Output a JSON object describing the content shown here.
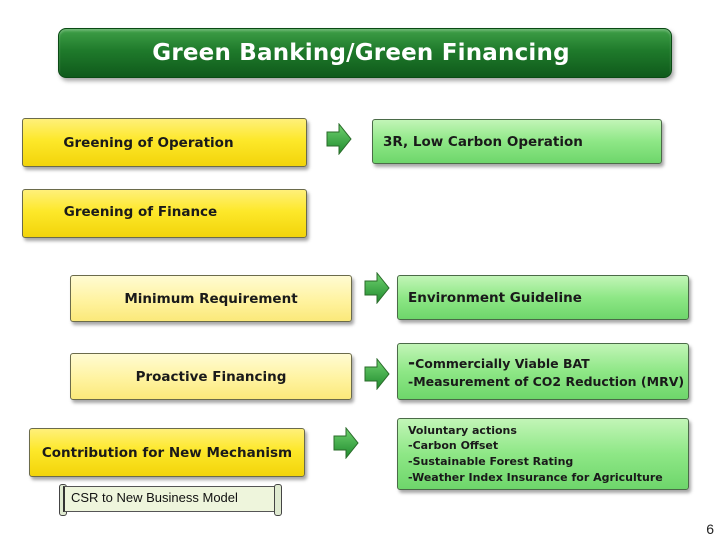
{
  "title": "Green Banking/Green Financing",
  "rows": {
    "greening_operation": "Greening of Operation",
    "low_carbon": "3R, Low Carbon Operation",
    "greening_finance": "Greening of Finance",
    "minimum_requirement": "Minimum Requirement",
    "environment_guideline": "Environment Guideline",
    "proactive_financing": "Proactive Financing",
    "proactive_outcomes": [
      "Commercially Viable BAT",
      "-Measurement of CO2 Reduction  (MRV)"
    ],
    "proactive_dash": "-",
    "contribution": "Contribution for New Mechanism",
    "voluntary": [
      "Voluntary actions",
      "-Carbon Offset",
      "-Sustainable Forest Rating",
      "-Weather Index Insurance for Agriculture"
    ]
  },
  "note": "CSR to New Business Model",
  "page_number": "6",
  "colors": {
    "title_green": "#1f7a2b",
    "box_yellow": "#fde82a",
    "box_light_yellow": "#fff3a0",
    "box_green": "#8ee786",
    "arrow_green": "#2f9a3a"
  },
  "icons": [
    "right-arrow-icon"
  ]
}
